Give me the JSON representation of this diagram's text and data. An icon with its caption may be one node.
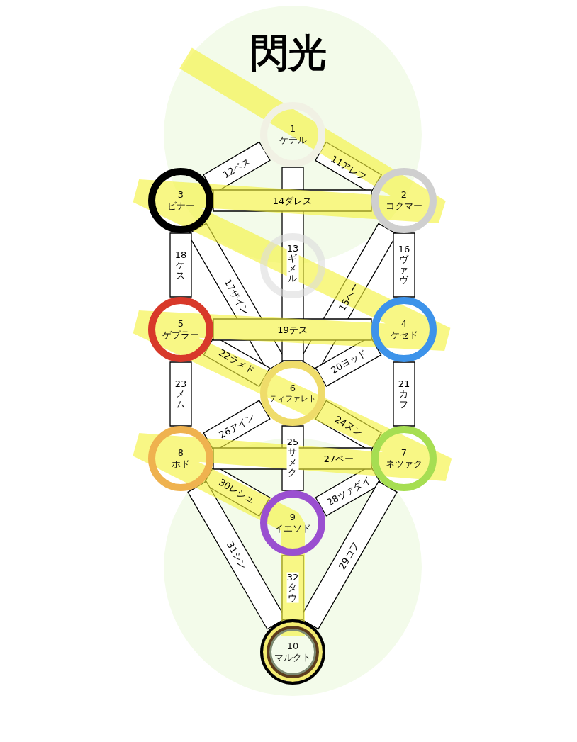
{
  "diagram": {
    "title": "閃光",
    "nodes": [
      {
        "text": [
          "1",
          "ケテル"
        ]
      },
      {
        "text": [
          "3",
          "ビナー"
        ]
      },
      {
        "text": [
          "2",
          "コクマー"
        ]
      },
      {
        "text": [],
        "shape": "circle"
      },
      {
        "text": [
          "5",
          "ゲブラー"
        ]
      },
      {
        "text": [
          "4",
          "ケセド"
        ]
      },
      {
        "text": [
          "6",
          "ティファレト"
        ]
      },
      {
        "text": [
          "8",
          "ホド"
        ]
      },
      {
        "text": [
          "7",
          "ネツァク"
        ]
      },
      {
        "text": [
          "9",
          "イエソド"
        ]
      },
      {
        "text": [
          "10",
          "マルクト"
        ]
      }
    ],
    "edges": [
      {
        "from": 0,
        "to": 2,
        "arrow": "none",
        "label": "11アレフ"
      },
      {
        "from": 0,
        "to": 1,
        "arrow": "none",
        "label": "12ベス"
      },
      {
        "from": 0,
        "to": 6,
        "arrow": "none",
        "label": "13ギメル"
      },
      {
        "from": 2,
        "to": 1,
        "arrow": "none",
        "label": "14ダレス"
      },
      {
        "from": 2,
        "to": 6,
        "arrow": "none",
        "label": "15ヘー"
      },
      {
        "from": 2,
        "to": 5,
        "arrow": "none",
        "label": "16ヴァヴ"
      },
      {
        "from": 1,
        "to": 6,
        "arrow": "none",
        "label": "17ザイン"
      },
      {
        "from": 1,
        "to": 4,
        "arrow": "none",
        "label": "18ケス"
      },
      {
        "from": 5,
        "to": 4,
        "arrow": "none",
        "label": "19テス"
      },
      {
        "from": 5,
        "to": 6,
        "arrow": "none",
        "label": "20ヨッド"
      },
      {
        "from": 5,
        "to": 8,
        "arrow": "none",
        "label": "21カフ"
      },
      {
        "from": 4,
        "to": 6,
        "arrow": "none",
        "label": "22ラメド"
      },
      {
        "from": 4,
        "to": 7,
        "arrow": "none",
        "label": "23メム"
      },
      {
        "from": 6,
        "to": 8,
        "arrow": "none",
        "label": "24ヌン"
      },
      {
        "from": 6,
        "to": 9,
        "arrow": "none",
        "label": "25サメク"
      },
      {
        "from": 6,
        "to": 7,
        "arrow": "none",
        "label": "26アイン"
      },
      {
        "from": 8,
        "to": 7,
        "arrow": "none",
        "label": "27ペー"
      },
      {
        "from": 8,
        "to": 9,
        "arrow": "none",
        "label": "28ツァダイ"
      },
      {
        "from": 8,
        "to": 10,
        "arrow": "none",
        "label": "29コフ"
      },
      {
        "from": 7,
        "to": 9,
        "arrow": "none",
        "label": "30レシュ"
      },
      {
        "from": 7,
        "to": 10,
        "arrow": "none",
        "label": "31シン"
      },
      {
        "from": 9,
        "to": 10,
        "arrow": "none",
        "label": "32タウ"
      }
    ]
  }
}
